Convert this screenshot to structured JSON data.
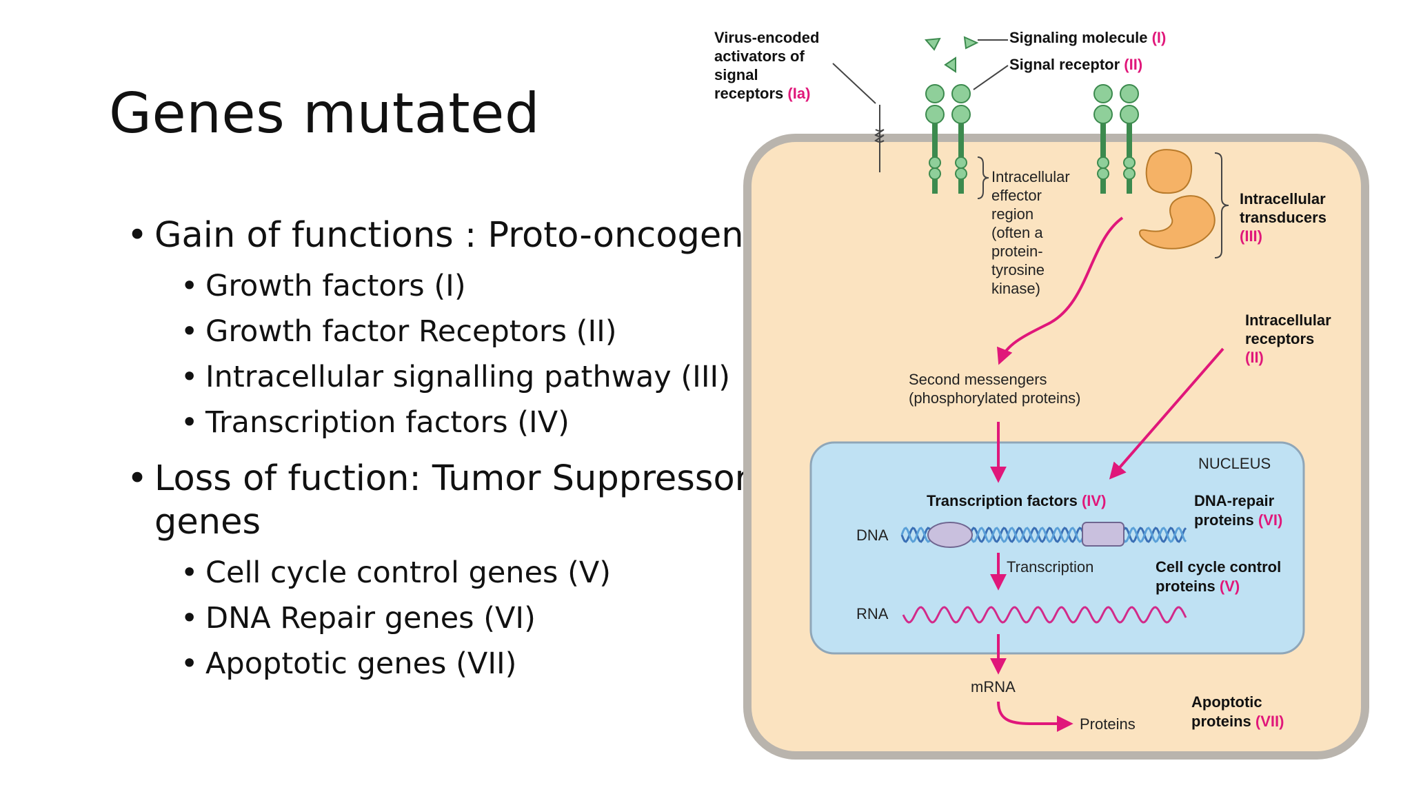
{
  "slide": {
    "title": "Genes mutated",
    "bullets": [
      {
        "text": "Gain of functions : Proto-oncogenes",
        "sub": [
          "Growth factors (I)",
          "Growth factor Receptors (II)",
          "Intracellular signalling pathway (III)",
          "Transcription factors (IV)"
        ]
      },
      {
        "text_line1": "Loss of fuction: Tumor Suppressor",
        "text_line2": "genes",
        "sub": [
          "Cell cycle control genes (V)",
          "DNA Repair genes (VI)",
          "Apoptotic genes (VII)"
        ]
      }
    ]
  },
  "diagram": {
    "virus_label": [
      "Virus-encoded",
      "activators of",
      "signal",
      "receptors"
    ],
    "virus_num": "(Ia)",
    "signaling_molecule": "Signaling molecule",
    "signaling_molecule_num": "(I)",
    "signal_receptor": "Signal receptor",
    "signal_receptor_num": "(II)",
    "effector_region": [
      "Intracellular",
      "effector",
      "region",
      "(often a",
      "protein-",
      "tyrosine",
      "kinase)"
    ],
    "transducers": [
      "Intracellular",
      "transducers"
    ],
    "transducers_num": "(III)",
    "intracellular_receptors": [
      "Intracellular",
      "receptors"
    ],
    "intracellular_receptors_num": "(II)",
    "second_messengers": [
      "Second messengers",
      "(phosphorylated proteins)"
    ],
    "nucleus": "NUCLEUS",
    "transcription_factors": "Transcription factors",
    "transcription_factors_num": "(IV)",
    "dna_repair": [
      "DNA-repair",
      "proteins"
    ],
    "dna_repair_num": "(VI)",
    "dna": "DNA",
    "transcription": "Transcription",
    "cell_cycle": [
      "Cell cycle control",
      "proteins"
    ],
    "cell_cycle_num": "(V)",
    "rna": "RNA",
    "mrna": "mRNA",
    "proteins": "Proteins",
    "apoptotic": [
      "Apoptotic",
      "proteins"
    ],
    "apoptotic_num": "(VII)"
  },
  "colors": {
    "cell_fill": "#fbe3c0",
    "cell_border": "#b9b4ad",
    "nucleus_fill": "#bfe1f3",
    "nucleus_border": "#8fa6b8",
    "arrow": "#e0177a",
    "receptor": "#8fcf9a",
    "receptor_stroke": "#3c8a4e",
    "transducer": "#f5b266",
    "dna": "#3a6fb5",
    "dna_protein": "#c9c0de",
    "rna": "#d22a8a"
  }
}
